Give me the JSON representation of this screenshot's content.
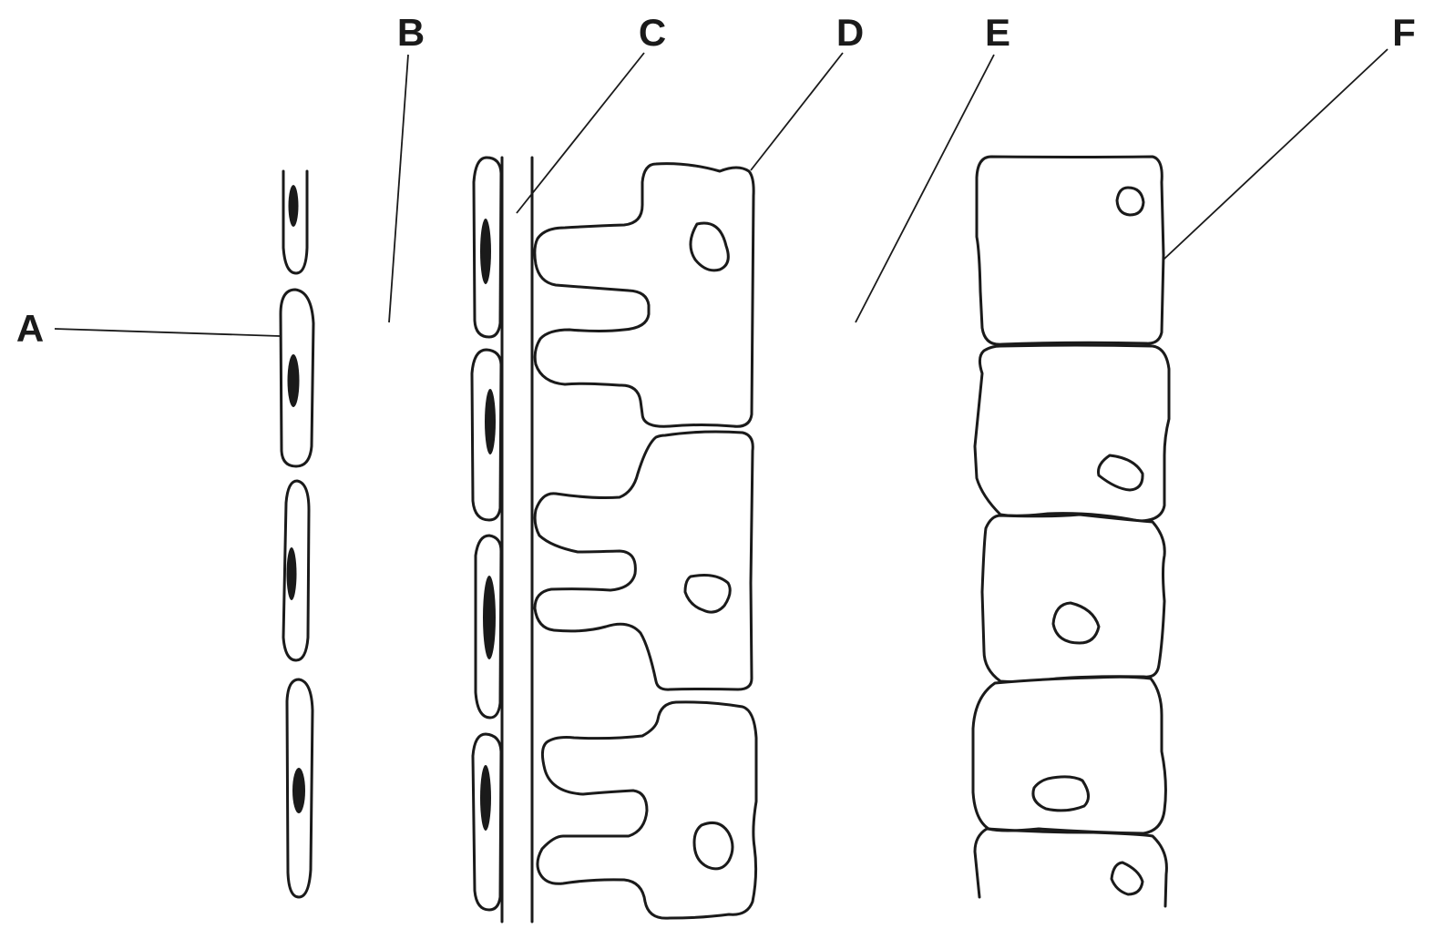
{
  "labels": {
    "a": "A",
    "b": "B",
    "c": "C",
    "d": "D",
    "e": "E",
    "f": "F"
  },
  "colors": {
    "line": "#1a1a1a",
    "background": "#ffffff"
  }
}
